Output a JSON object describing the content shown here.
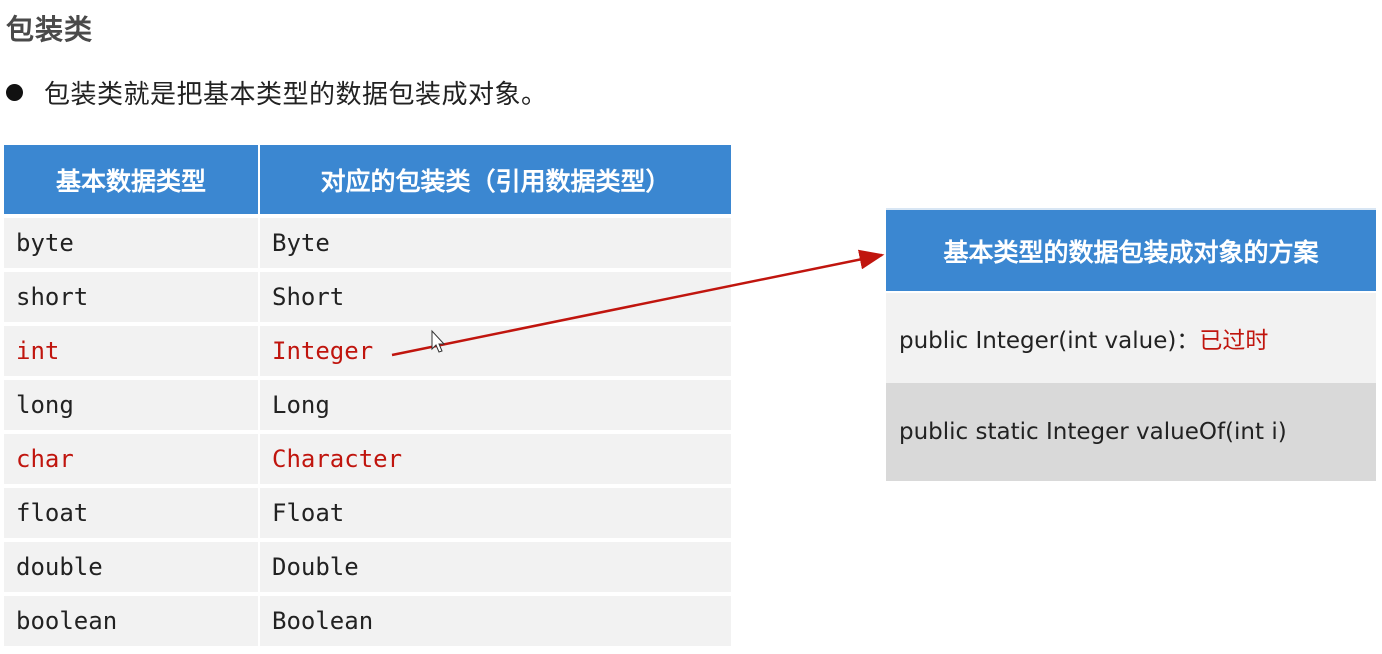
{
  "heading": "包装类",
  "bullet": "包装类就是把基本类型的数据包装成对象。",
  "type_table": {
    "header": [
      "基本数据类型",
      "对应的包装类（引用数据类型）"
    ],
    "rows": [
      {
        "primitive": "byte",
        "wrapper": "Byte",
        "highlight": false
      },
      {
        "primitive": "short",
        "wrapper": "Short",
        "highlight": false
      },
      {
        "primitive": "int",
        "wrapper": "Integer",
        "highlight": true
      },
      {
        "primitive": "long",
        "wrapper": "Long",
        "highlight": false
      },
      {
        "primitive": "char",
        "wrapper": "Character",
        "highlight": true
      },
      {
        "primitive": "float",
        "wrapper": "Float",
        "highlight": false
      },
      {
        "primitive": "double",
        "wrapper": "Double",
        "highlight": false
      },
      {
        "primitive": "boolean",
        "wrapper": "Boolean",
        "highlight": false
      }
    ]
  },
  "scheme": {
    "title": "基本类型的数据包装成对象的方案",
    "rows": [
      {
        "code": "public Integer(int value)：",
        "note": "已过时"
      },
      {
        "code": "public static Integer valueOf(int i)",
        "note": ""
      }
    ]
  },
  "colors": {
    "header_blue": "#3b87d1",
    "highlight_red": "#c0150e",
    "row_gray": "#f2f2f2",
    "row_dark_gray": "#d9d9d9"
  },
  "icons": {
    "cursor": "mouse-pointer-icon",
    "arrow": "annotation-arrow"
  }
}
